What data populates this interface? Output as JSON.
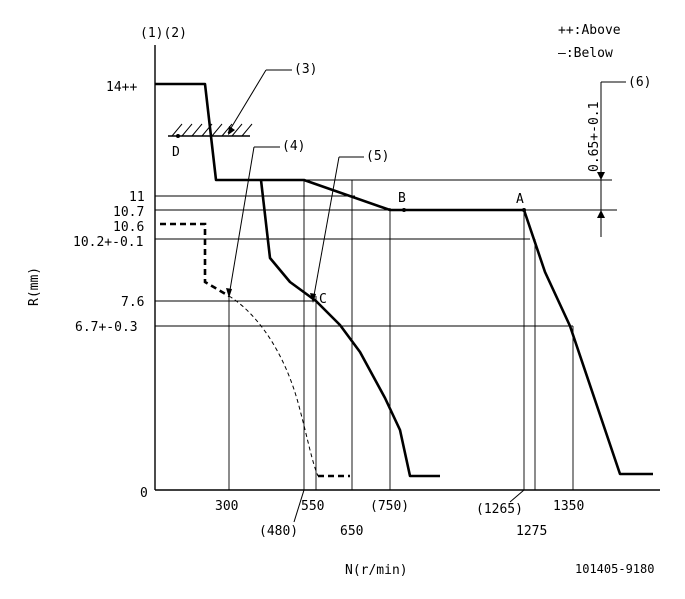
{
  "header": {
    "corner_label": "(1)(2)",
    "legend_above": "++:Above",
    "legend_below": "—:Below"
  },
  "axes": {
    "y_label": "R(mm)",
    "x_label": "N(r/min)"
  },
  "y_ticks": [
    {
      "id": "y14",
      "label": "14++"
    },
    {
      "id": "y11",
      "label": "11"
    },
    {
      "id": "y107",
      "label": "10.7"
    },
    {
      "id": "y106",
      "label": "10.6"
    },
    {
      "id": "y102",
      "label": "10.2+-0.1"
    },
    {
      "id": "y76",
      "label": "7.6"
    },
    {
      "id": "y67",
      "label": "6.7+-0.3"
    },
    {
      "id": "y0",
      "label": "0"
    }
  ],
  "x_ticks": [
    {
      "id": "x300",
      "label": "300"
    },
    {
      "id": "x550",
      "label": "550"
    },
    {
      "id": "x480",
      "label": "(480)"
    },
    {
      "id": "x650",
      "label": "650"
    },
    {
      "id": "x750",
      "label": "(750)"
    },
    {
      "id": "x1265",
      "label": "(1265)"
    },
    {
      "id": "x1275",
      "label": "1275"
    },
    {
      "id": "x1350",
      "label": "1350"
    }
  ],
  "points": {
    "A": "A",
    "B": "B",
    "C": "C",
    "D": "D"
  },
  "callouts": {
    "c3": "(3)",
    "c4": "(4)",
    "c5": "(5)",
    "c6": "(6)"
  },
  "dimension": {
    "label": "0.65+-0.1"
  },
  "footer": {
    "code": "101405-9180"
  }
}
